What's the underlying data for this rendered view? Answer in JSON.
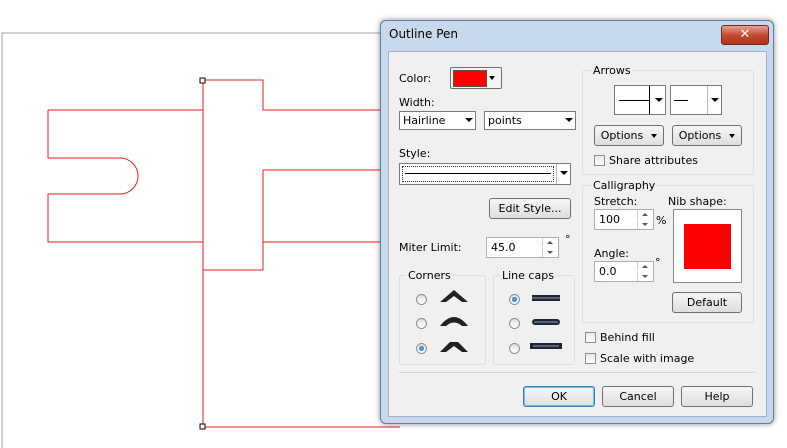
{
  "dialog": {
    "title": "Outline Pen",
    "close_glyph": "✕"
  },
  "color": {
    "label": "Color:",
    "swatch": "#ff0000"
  },
  "width": {
    "label": "Width:",
    "value": "Hairline",
    "unit": "points"
  },
  "style": {
    "label": "Style:"
  },
  "edit_style_button": "Edit Style...",
  "miter": {
    "label": "Miter Limit:",
    "value": "45.0",
    "unit": "°"
  },
  "corners": {
    "title": "Corners",
    "selected": 2
  },
  "line_caps": {
    "title": "Line caps",
    "selected": 0
  },
  "arrows": {
    "title": "Arrows",
    "options_left": "Options",
    "options_right": "Options",
    "share_label": "Share attributes"
  },
  "calligraphy": {
    "title": "Calligraphy",
    "stretch_label": "Stretch:",
    "stretch_value": "100",
    "stretch_unit": "%",
    "angle_label": "Angle:",
    "angle_value": "0.0",
    "angle_unit": "°",
    "nib_label": "Nib shape:",
    "nib_color": "#ff0000",
    "default_button": "Default"
  },
  "behind_fill_label": "Behind fill",
  "scale_with_image_label": "Scale with image",
  "buttons": {
    "ok": "OK",
    "cancel": "Cancel",
    "help": "Help"
  },
  "colors": {
    "outline": "#e02020",
    "dialog_frame": "#c9d9ec",
    "accent": "#3c7fb1"
  }
}
